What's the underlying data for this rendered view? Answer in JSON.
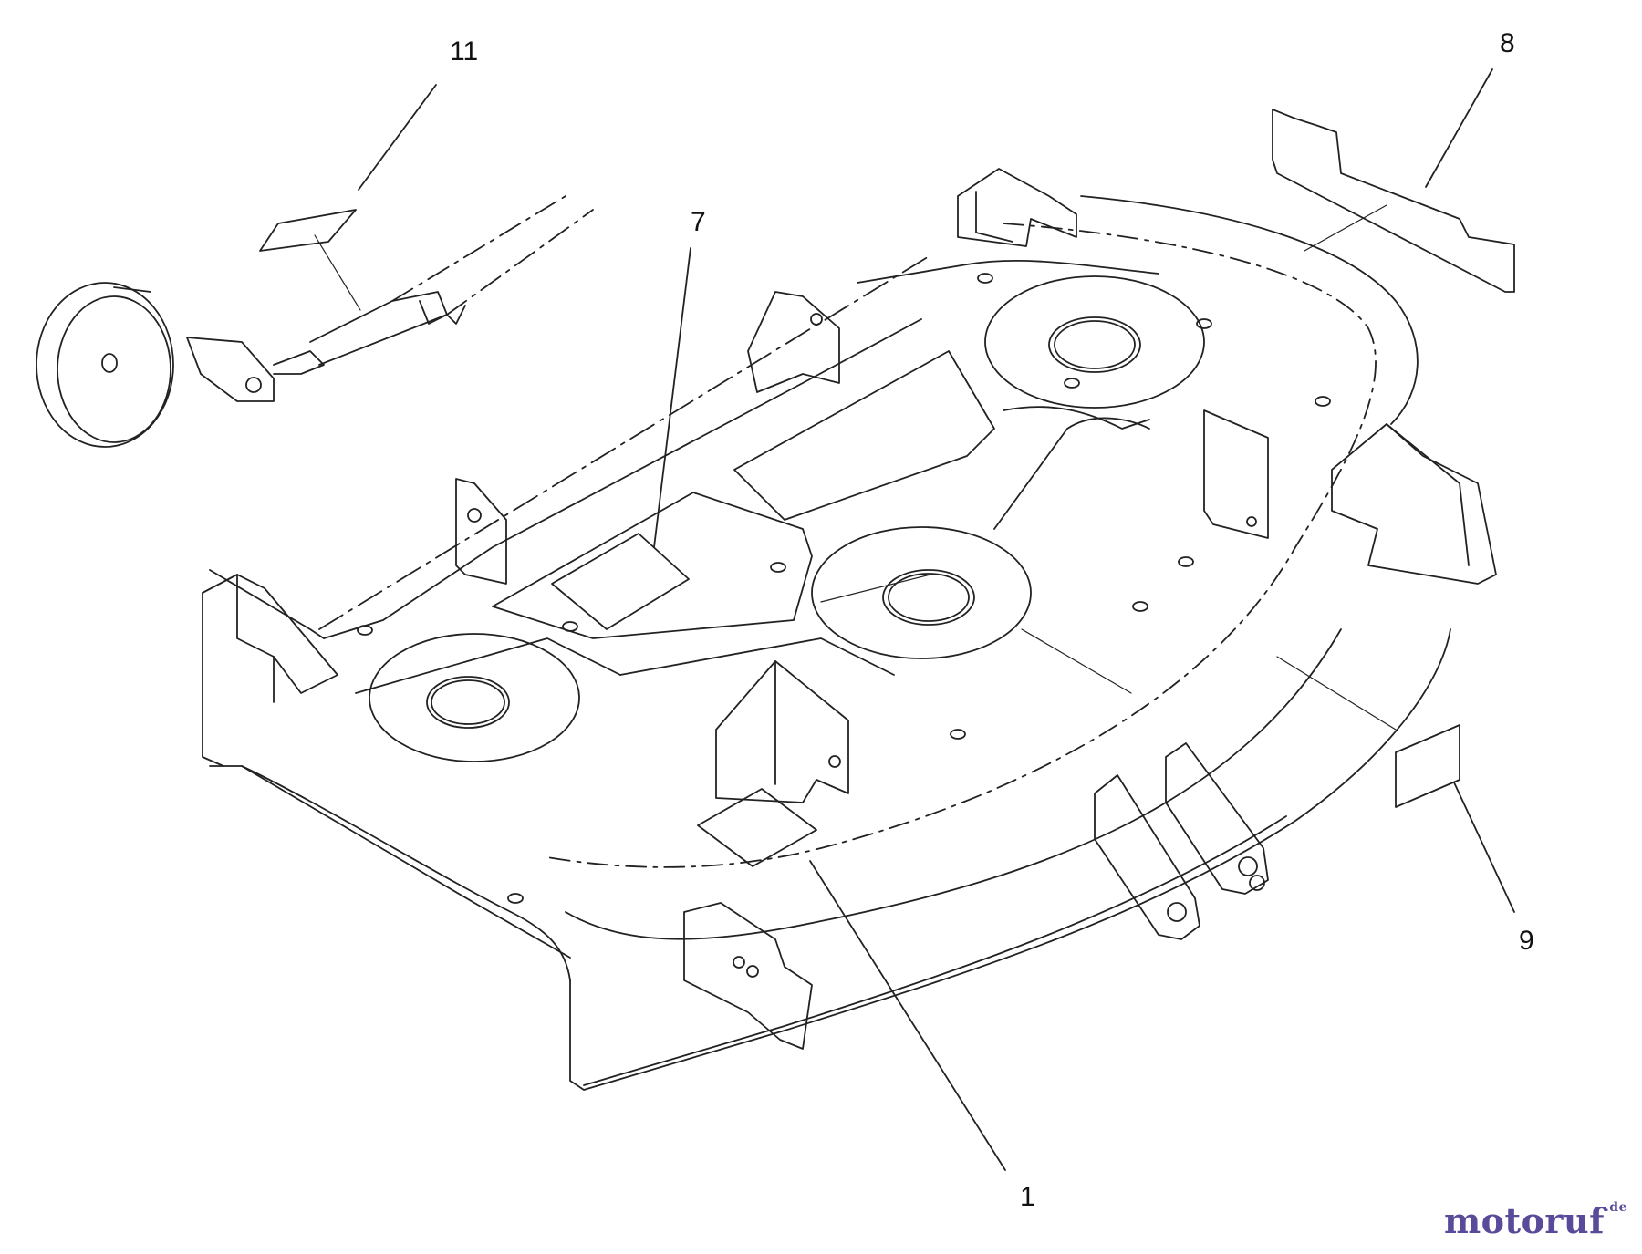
{
  "diagram": {
    "callouts": [
      {
        "id": "11",
        "label": "11"
      },
      {
        "id": "8",
        "label": "8"
      },
      {
        "id": "7",
        "label": "7"
      },
      {
        "id": "9",
        "label": "9"
      },
      {
        "id": "1",
        "label": "1"
      }
    ]
  },
  "watermark": {
    "name": "motoruf",
    "tld": ".de"
  },
  "colors": {
    "line": "#222222",
    "watermark": "#5a4a9a"
  }
}
